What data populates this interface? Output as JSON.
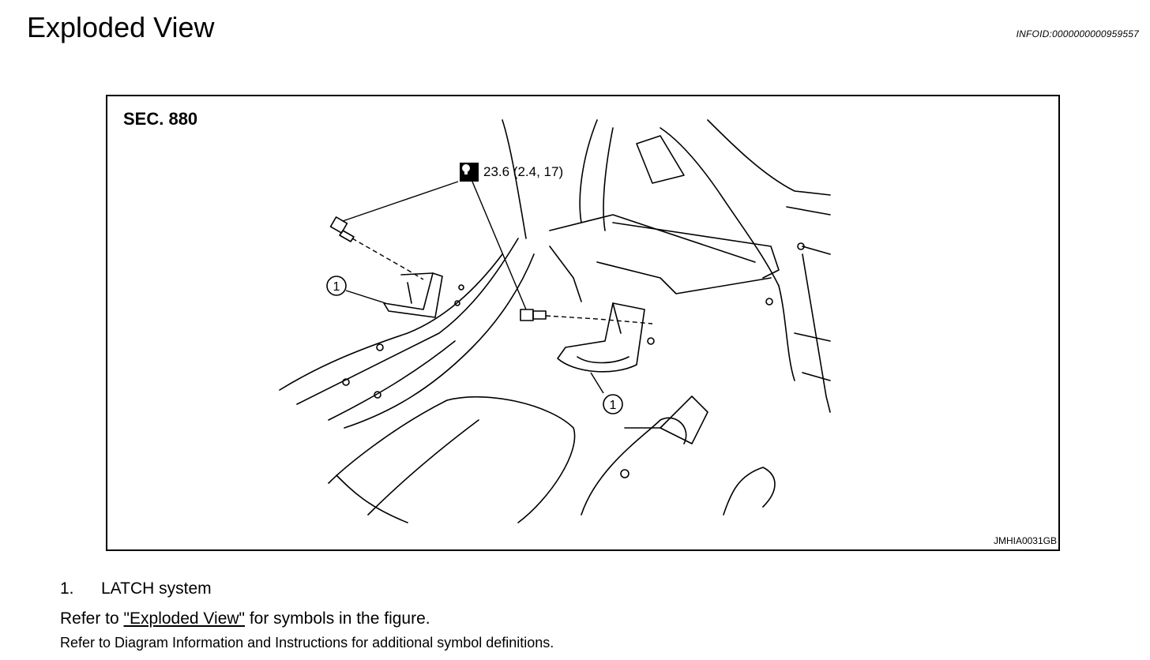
{
  "header": {
    "title": "Exploded View",
    "info_id": "INFOID:0000000000959557"
  },
  "figure": {
    "section": "SEC. 880",
    "torque": "23.6 (2.4, 17)",
    "torque_icon": "torque-wrench-icon",
    "callout_1": "1",
    "callout_2": "1",
    "code": "JMHIA0031GB"
  },
  "legend": {
    "items": [
      {
        "number": "1.",
        "label": "LATCH system"
      }
    ]
  },
  "notes": {
    "refer_prefix": "Refer to ",
    "refer_link": "\"Exploded View\"",
    "refer_suffix": " for symbols in the figure.",
    "refer_line2": "Refer to Diagram Information and Instructions for additional symbol definitions."
  }
}
